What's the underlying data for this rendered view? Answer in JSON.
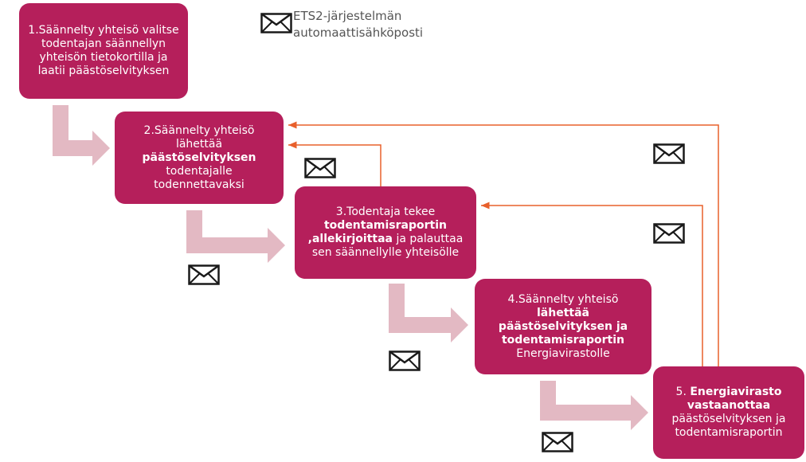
{
  "legend": {
    "icon": "envelope-icon",
    "line1": "ETS2-järjestelmän",
    "line2": "automaattisähköposti"
  },
  "steps": [
    {
      "id": "step-1",
      "parts": [
        {
          "text": "1.Säännelty yhteisö valitse todentajan säännellyn yhteisön tietokortilla ja laatii päästöselvityksen",
          "bold": false
        }
      ]
    },
    {
      "id": "step-2",
      "parts": [
        {
          "text": "2.Säännelty yhteisö lähettää ",
          "bold": false
        },
        {
          "text": "päästöselvityksen",
          "bold": true
        },
        {
          "text": " todentajalle todennettavaksi",
          "bold": false
        }
      ]
    },
    {
      "id": "step-3",
      "parts": [
        {
          "text": "3.Todentaja tekee ",
          "bold": false
        },
        {
          "text": "todentamisraportin ,allekirjoittaa",
          "bold": true
        },
        {
          "text": " ja palauttaa sen säännellylle yhteisölle",
          "bold": false
        }
      ]
    },
    {
      "id": "step-4",
      "parts": [
        {
          "text": "4.Säännelty yhteisö ",
          "bold": false
        },
        {
          "text": "lähettää päästöselvityksen ja todentamisraportin",
          "bold": true
        },
        {
          "text": " Energiavirastolle",
          "bold": false
        }
      ]
    },
    {
      "id": "step-5",
      "parts": [
        {
          "text": "5. ",
          "bold": false
        },
        {
          "text": "Energiavirasto vastaanottaa",
          "bold": true
        },
        {
          "text": " päästöselvityksen ja todentamisraportin",
          "bold": false
        }
      ]
    }
  ],
  "colors": {
    "box": "#b51f5b",
    "arrow": "#e3b9c3",
    "feedback_line": "#e8602c",
    "envelope": "#1a1a1a"
  }
}
